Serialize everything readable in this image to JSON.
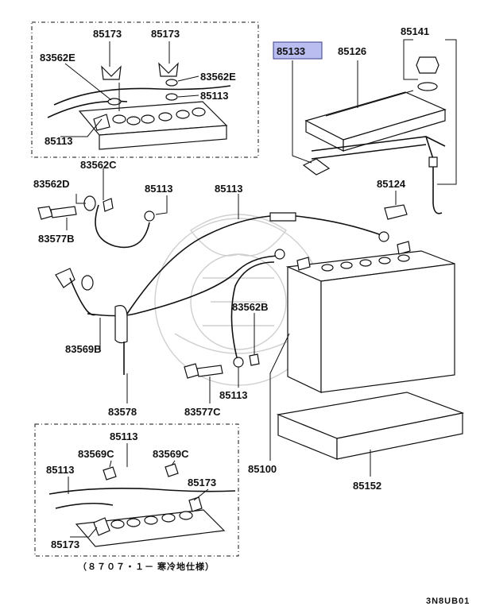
{
  "diagram": {
    "highlight_color": "#b9bdf0",
    "highlighted_part": "85133",
    "labels": {
      "p85133": "85133",
      "p85126": "85126",
      "p85141": "85141",
      "p85124": "85124",
      "p85100": "85100",
      "p85152": "85152",
      "top_85173_a": "85173",
      "top_85173_b": "85173",
      "top_83562E_a": "83562E",
      "top_83562E_b": "83562E",
      "top_85113_a": "85113",
      "top_85113_b": "85113",
      "mid_83562C": "83562C",
      "mid_83562D": "83562D",
      "mid_83577B": "83577B",
      "mid_85113_a": "85113",
      "mid_85113_b": "85113",
      "mid_85113_c": "85113",
      "mid_83562B": "83562B",
      "mid_83569B": "83569B",
      "mid_83578": "83578",
      "mid_83577C": "83577C",
      "bot_85113_a": "85113",
      "bot_85113_b": "85113",
      "bot_83569C_a": "83569C",
      "bot_83569C_b": "83569C",
      "bot_85173_a": "85173",
      "bot_85173_b": "85173"
    },
    "inset_note": "（８７０７・１－ 寒冷地仕様）",
    "figure_code": "3N8UB01"
  }
}
